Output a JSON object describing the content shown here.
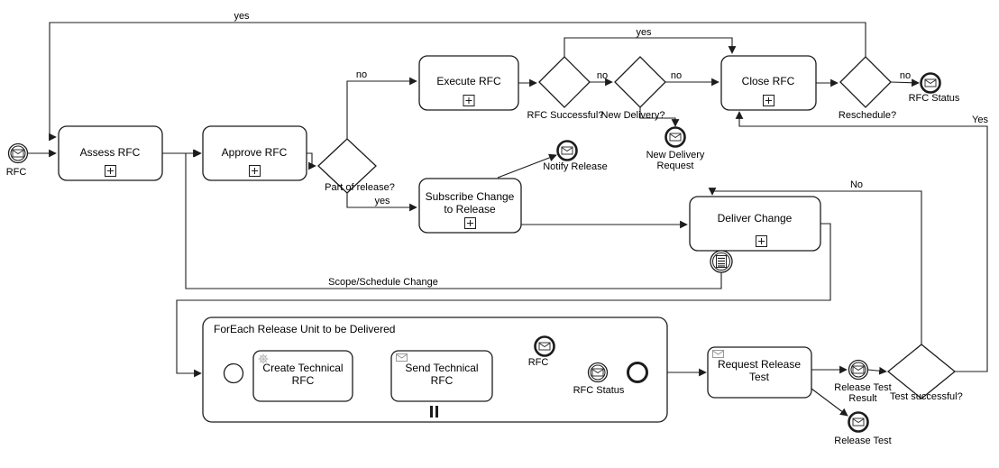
{
  "diagram": {
    "events": {
      "start_rfc": {
        "label": "RFC"
      },
      "notify_release": {
        "label": "Notify Release"
      },
      "new_delivery_request": {
        "line1": "New Delivery",
        "line2": "Request"
      },
      "rfc_status_end": {
        "label": "RFC Status"
      },
      "technical_rfc": {
        "label": "RFC"
      },
      "technical_rfc_status": {
        "label": "RFC Status"
      },
      "release_test_result": {
        "line1": "Release Test",
        "line2": "Result"
      },
      "release_test": {
        "label": "Release Test"
      }
    },
    "tasks": {
      "assess_rfc": {
        "label": "Assess RFC"
      },
      "approve_rfc": {
        "label": "Approve RFC"
      },
      "execute_rfc": {
        "label": "Execute RFC"
      },
      "close_rfc": {
        "label": "Close RFC"
      },
      "subscribe_change_to_release": {
        "line1": "Subscribe Change",
        "line2": "to Release"
      },
      "deliver_change": {
        "label": "Deliver Change"
      },
      "create_technical_rfc": {
        "line1": "Create Technical",
        "line2": "RFC"
      },
      "send_technical_rfc": {
        "line1": "Send Technical",
        "line2": "RFC"
      },
      "request_release_test": {
        "line1": "Request Release",
        "line2": "Test"
      }
    },
    "subprocesses": {
      "foreach_release_unit": {
        "label": "ForEach Release Unit to be Delivered"
      }
    },
    "gateways": {
      "part_of_release": {
        "label": "Part of release?"
      },
      "rfc_successful": {
        "label": "RFC Successful?"
      },
      "new_delivery": {
        "label": "New Delivery?"
      },
      "reschedule": {
        "label": "Reschedule?"
      },
      "test_successful": {
        "label": "Test successful?"
      }
    },
    "edge_labels": {
      "reschedule_yes": "yes",
      "part_of_release_no": "no",
      "part_of_release_yes": "yes",
      "rfc_successful_yes": "yes",
      "rfc_successful_no": "no",
      "new_delivery_no": "no",
      "reschedule_no": "no",
      "test_successful_yes": "Yes",
      "test_successful_no": "No",
      "scope_schedule_change": "Scope/Schedule Change"
    }
  }
}
